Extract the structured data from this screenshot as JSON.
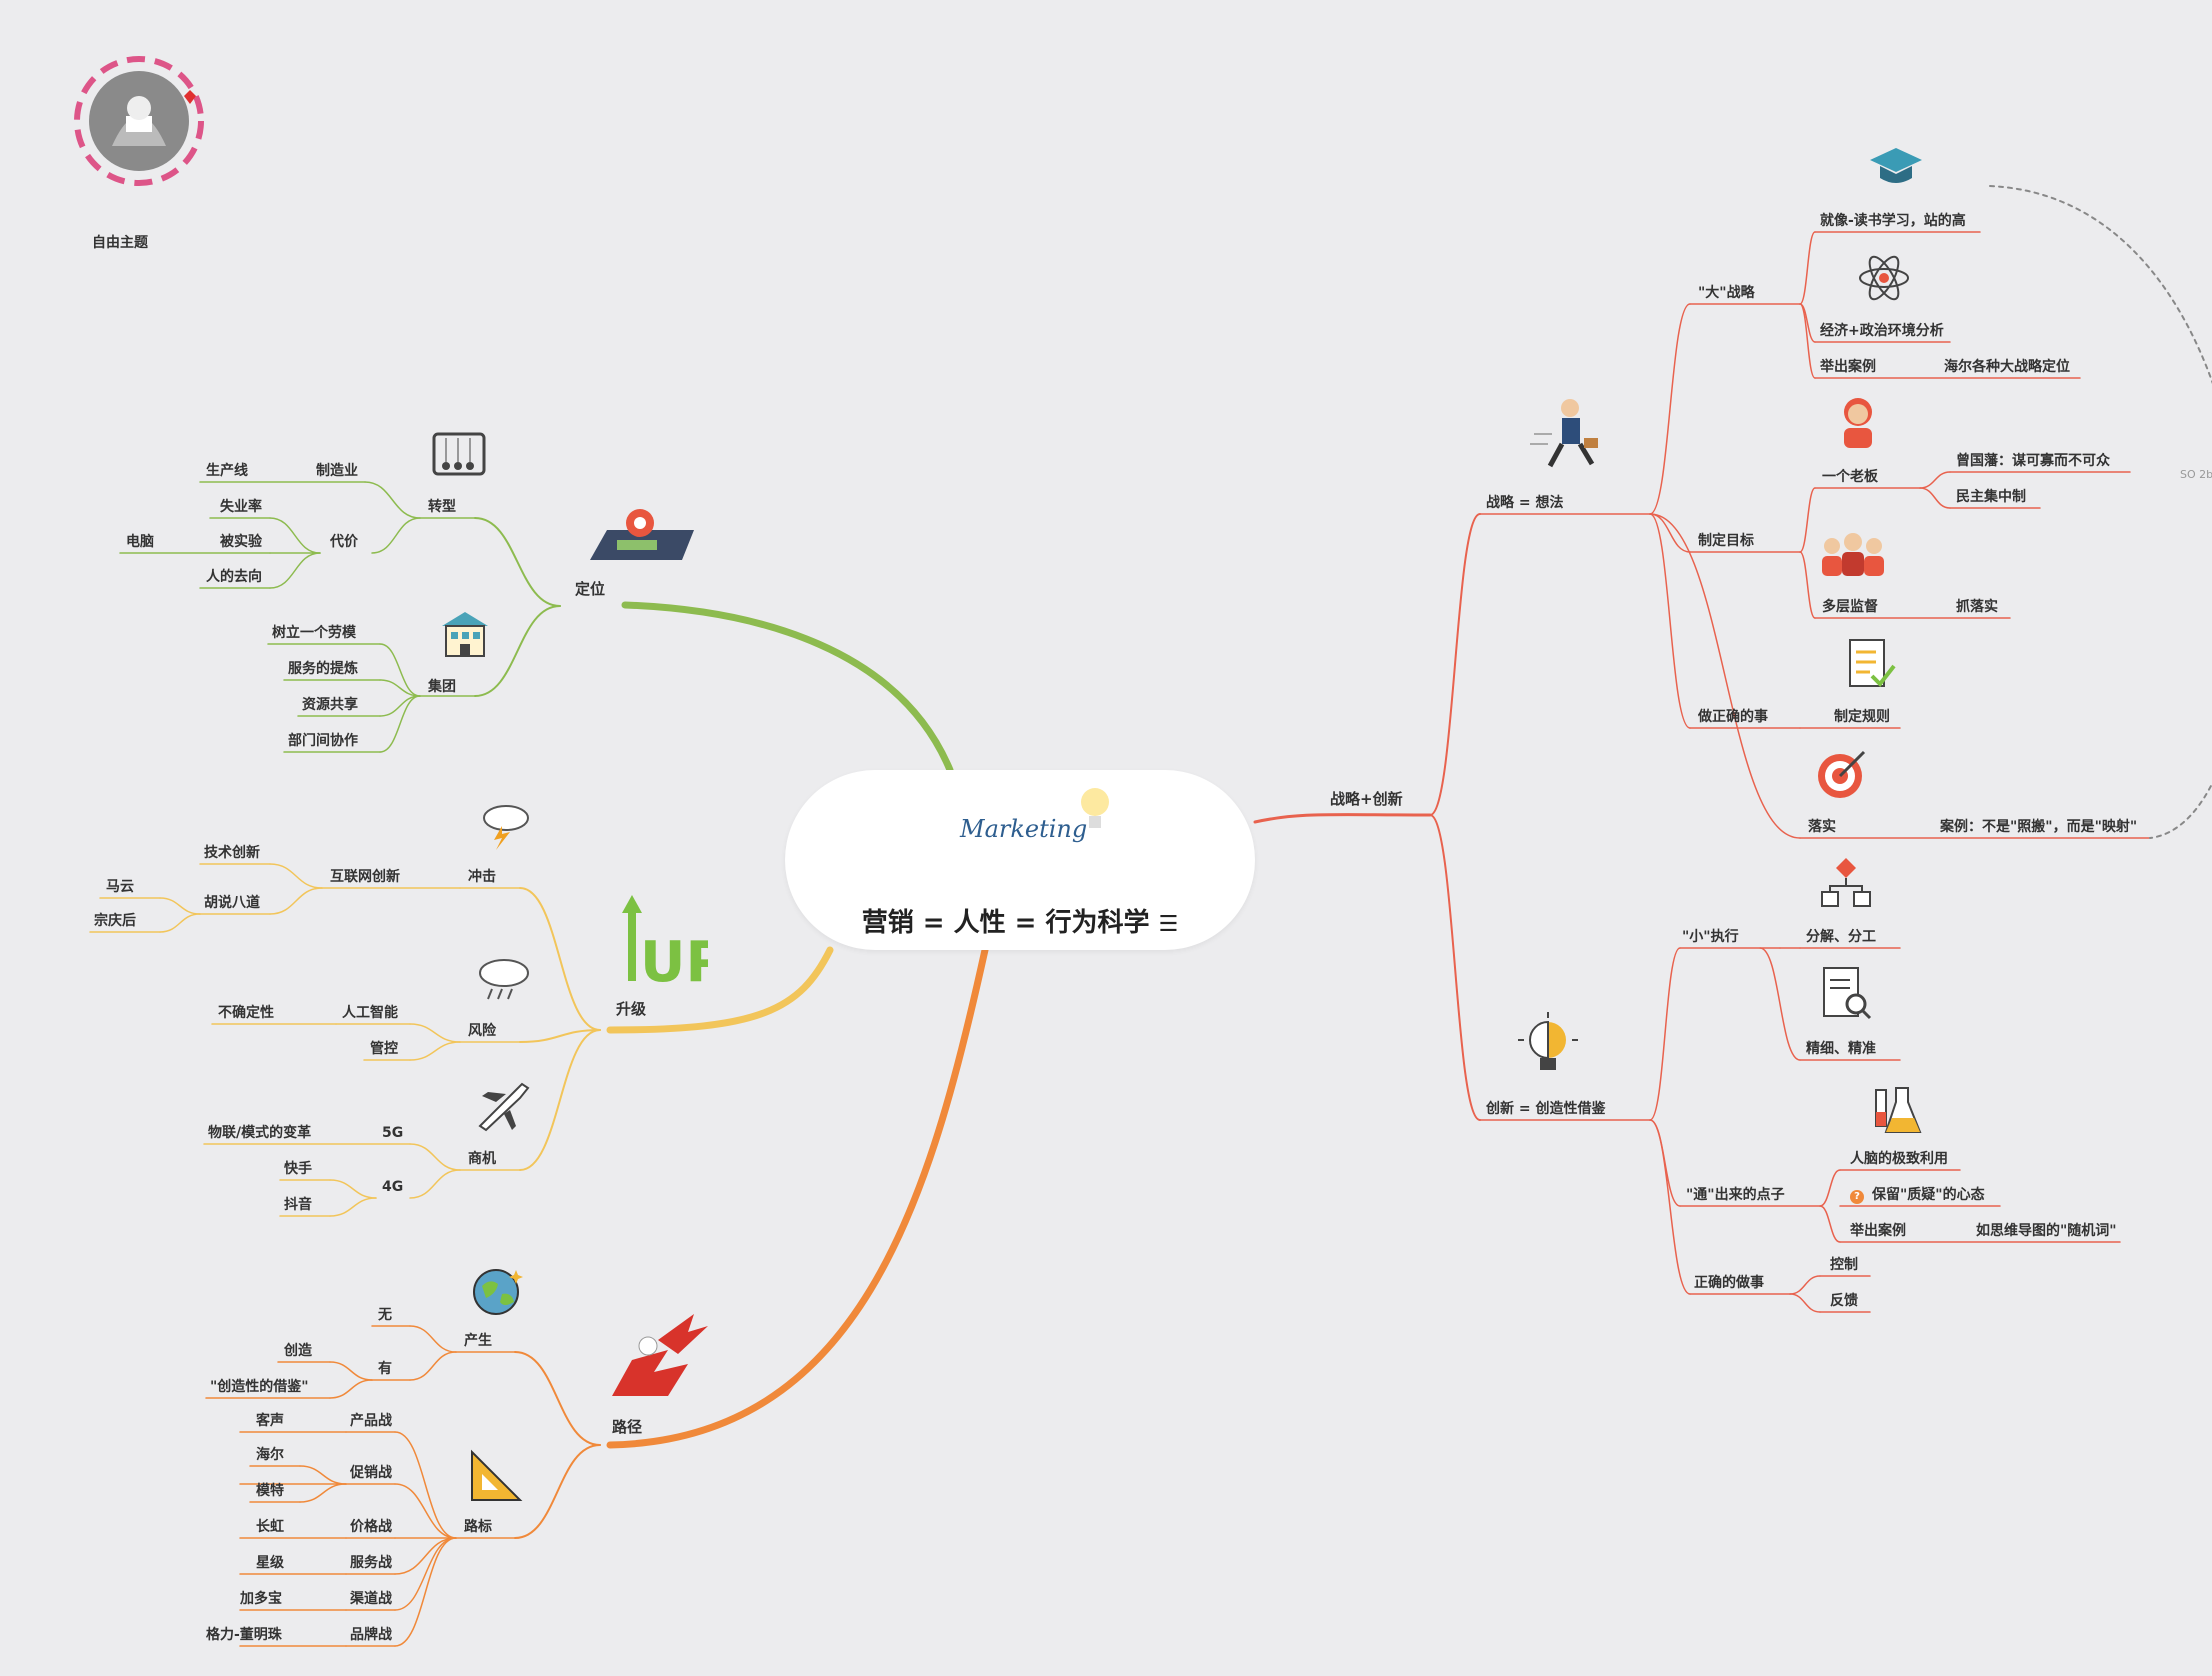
{
  "center": {
    "title": "营销 = 人性 = 行为科学",
    "logo_text": "Marketing"
  },
  "corner_logo": {
    "name": "ant-logo-seal",
    "label": "自由主题"
  },
  "right_edge_note": "SO 2b",
  "branches": {
    "dingwei": {
      "label": "定位",
      "color": "#8dbb4f"
    },
    "zhuanxing": "转型",
    "zhizaoye": "制造业",
    "shengchanxian": "生产线",
    "daijia": "代价",
    "shiyelv": "失业率",
    "beishiyan": "被实验",
    "diannao": "电脑",
    "rendequxiang": "人的去向",
    "jituan": "集团",
    "shuli": "树立一个劳模",
    "fuwu": "服务的提炼",
    "ziyuan": "资源共享",
    "bumen": "部门间协作",
    "shengji": {
      "label": "升级",
      "color": "#f2c55a"
    },
    "chongji": "冲击",
    "hulianwang": "互联网创新",
    "jishu": "技术创新",
    "hushuo": "胡说八道",
    "mayun": "马云",
    "zongqinghou": "宗庆后",
    "fengxian": "风险",
    "rengong": "人工智能",
    "buqueding": "不确定性",
    "guankong": "管控",
    "shangji": "商机",
    "g5": "5G",
    "wulian": "物联/模式的变革",
    "g4": "4G",
    "kuaishou": "快手",
    "douyin": "抖音",
    "lujing": {
      "label": "路径",
      "color": "#f0893a"
    },
    "chansheng": "产生",
    "wu": "无",
    "you": "有",
    "chuangzao": "创造",
    "chuangzaojj": "\"创造性的借鉴\"",
    "lubiao": "路标",
    "chanpin": "产品战",
    "kesheng": "客声",
    "cuxiao": "促销战",
    "haier": "海尔",
    "mote": "模特",
    "jiage": "价格战",
    "changhong": "长虹",
    "fuwuz": "服务战",
    "xingji": "星级",
    "qudao": "渠道战",
    "jiaduobao": "加多宝",
    "pinpai": "品牌战",
    "geli": "格力-董明珠",
    "zlcx": {
      "label": "战略+创新",
      "color": "#e8624e"
    },
    "zlxf": "战略 = 想法",
    "dazl": "\"大\"战略",
    "jiuxiang": "就像-读书学习，站的高",
    "jingji": "经济+政治环境分析",
    "juchu1": "举出案例",
    "haierzl": "海尔各种大战略定位",
    "zhiding": "制定目标",
    "yigelaoban": "一个老板",
    "zengguofan": "曾国藩：谋可寡而不可众",
    "minzhu": "民主集中制",
    "duoceng": "多层监督",
    "zhualuoshi": "抓落实",
    "zuozhengque": "做正确的事",
    "guize": "制定规则",
    "luoshi": "落实",
    "anli": "案例：不是\"照搬\"，而是\"映射\"",
    "cxjj": "创新 =    创造性借鉴",
    "xiaozx": "\"小\"执行",
    "fenjie": "分解、分工",
    "jingji2": "精细、精准",
    "tongchu": "\"通\"出来的点子",
    "rennao": "人脑的极致利用",
    "baoliu": "保留\"质疑\"的心态",
    "juchu2": "举出案例",
    "siwei": "如思维导图的\"随机词\"",
    "zhengquezuo": "正确的做事",
    "kongzhi": "控制",
    "fankui": "反馈"
  }
}
